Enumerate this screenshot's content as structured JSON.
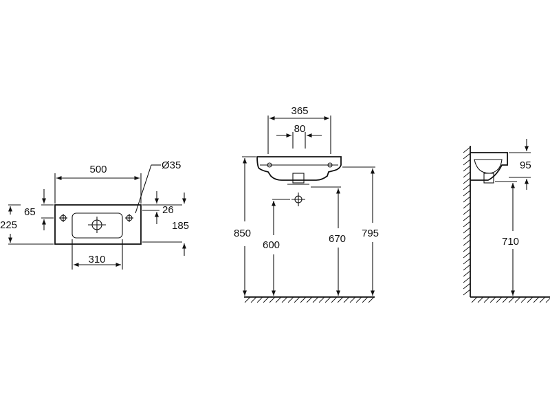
{
  "diagram": {
    "top_view": {
      "width_label": "500",
      "diameter_label": "Ø35",
      "depth_front_label": "65",
      "depth_total_label": "225",
      "side_depth_label": "26",
      "side_height_label": "185",
      "bowl_width_label": "310"
    },
    "front_view": {
      "overall_width_label": "365",
      "tap_spacing_label": "80",
      "rim_height_label": "850",
      "drain_height_label": "600",
      "trap_height_label": "670",
      "underside_height_label": "795"
    },
    "side_view": {
      "bowl_depth_label": "95",
      "bracket_height_label": "710"
    }
  }
}
